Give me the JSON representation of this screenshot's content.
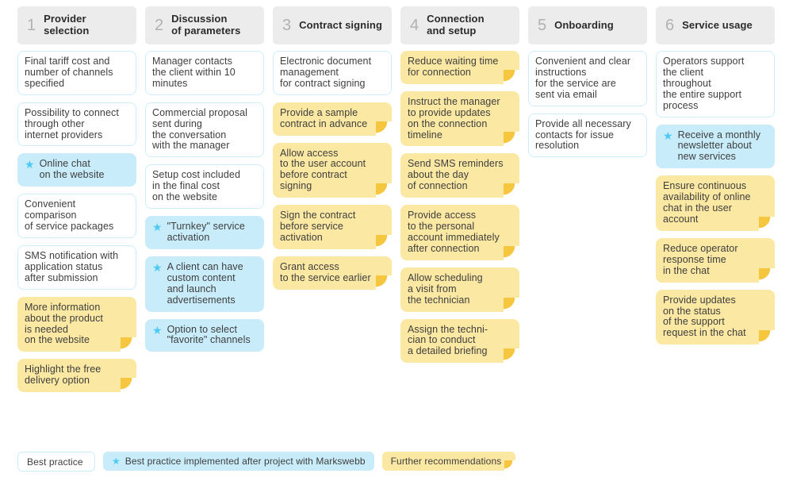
{
  "colors": {
    "page_background": "#ffffff",
    "stage_header_bg": "#ececec",
    "stage_number": "#b1b1b1",
    "stage_title": "#2b2b2b",
    "card_text": "#3e3e3e",
    "best_practice_bg": "#ffffff",
    "best_practice_border": "#cdeef9",
    "implemented_bg": "#c9ecfa",
    "star": "#4cc9f4",
    "recommendation_bg": "#fbe8a2",
    "recommendation_fold": "#f6c63e"
  },
  "icons": {
    "star_glyph": "★"
  },
  "columns": [
    {
      "number": "1",
      "title": "Provider\nselection",
      "cards": [
        {
          "type": "best",
          "text": "Final tariff cost and\nnumber of channels\nspecified"
        },
        {
          "type": "best",
          "text": "Possibility to connect\nthrough other\ninternet providers"
        },
        {
          "type": "implemented",
          "text": "Online chat\non the website"
        },
        {
          "type": "best",
          "text": "Convenient\ncomparison\nof service packages"
        },
        {
          "type": "best",
          "text": "SMS notification with\napplication status\nafter submission"
        },
        {
          "type": "recommendation",
          "text": "More information\nabout the product\nis needed\non the website"
        },
        {
          "type": "recommendation",
          "text": "Highlight the free\ndelivery option"
        }
      ]
    },
    {
      "number": "2",
      "title": "Discussion\nof parameters",
      "cards": [
        {
          "type": "best",
          "text": "Manager contacts\nthe client within 10\nminutes"
        },
        {
          "type": "best",
          "text": "Commercial proposal\nsent during\nthe conversation\nwith the manager"
        },
        {
          "type": "best",
          "text": "Setup cost included\nin the final cost\non the website"
        },
        {
          "type": "implemented",
          "text": "\"Turnkey\" service\nactivation"
        },
        {
          "type": "implemented",
          "text": "A client can have\ncustom content\nand launch\nadvertisements"
        },
        {
          "type": "implemented",
          "text": "Option to select\n\"favorite\" channels"
        }
      ]
    },
    {
      "number": "3",
      "title": "Contract signing",
      "cards": [
        {
          "type": "best",
          "text": "Electronic document\nmanagement\nfor contract signing"
        },
        {
          "type": "recommendation",
          "text": "Provide a sample\ncontract in advance"
        },
        {
          "type": "recommendation",
          "text": "Allow access\nto the user account\nbefore contract\nsigning"
        },
        {
          "type": "recommendation",
          "text": "Sign the contract\nbefore service\nactivation"
        },
        {
          "type": "recommendation",
          "text": "Grant access\nto the service earlier"
        }
      ]
    },
    {
      "number": "4",
      "title": "Connection\nand setup",
      "cards": [
        {
          "type": "recommendation",
          "text": "Reduce waiting time\nfor connection"
        },
        {
          "type": "recommendation",
          "text": "Instruct the manager\nto provide updates\non the connection\ntimeline"
        },
        {
          "type": "recommendation",
          "text": "Send SMS reminders\nabout the day\nof connection"
        },
        {
          "type": "recommendation",
          "text": "Provide access\nto the personal\naccount immediately\nafter connection"
        },
        {
          "type": "recommendation",
          "text": "Allow scheduling\na visit from\nthe technician"
        },
        {
          "type": "recommendation",
          "text": "Assign the techni-\ncian to conduct\na detailed briefing"
        }
      ]
    },
    {
      "number": "5",
      "title": "Onboarding",
      "cards": [
        {
          "type": "best",
          "text": "Convenient and clear\ninstructions\nfor the service are\nsent via email"
        },
        {
          "type": "best",
          "text": "Provide all necessary\ncontacts for issue\nresolution"
        }
      ]
    },
    {
      "number": "6",
      "title": "Service usage",
      "cards": [
        {
          "type": "best",
          "text": "Operators support\nthe client\nthroughout\nthe entire support\nprocess"
        },
        {
          "type": "implemented",
          "text": "Receive a monthly\nnewsletter about\nnew services"
        },
        {
          "type": "recommendation",
          "text": "Ensure continuous\navailability of online\nchat in the user\naccount"
        },
        {
          "type": "recommendation",
          "text": "Reduce operator\nresponse time\nin the chat"
        },
        {
          "type": "recommendation",
          "text": "Provide updates\non the status\nof the support\nrequest in the chat"
        }
      ]
    }
  ],
  "legend": {
    "items": [
      {
        "type": "best",
        "label": "Best practice"
      },
      {
        "type": "implemented",
        "label": "Best practice implemented after project with Markswebb"
      },
      {
        "type": "recommendation",
        "label": "Further recommendations"
      }
    ]
  }
}
